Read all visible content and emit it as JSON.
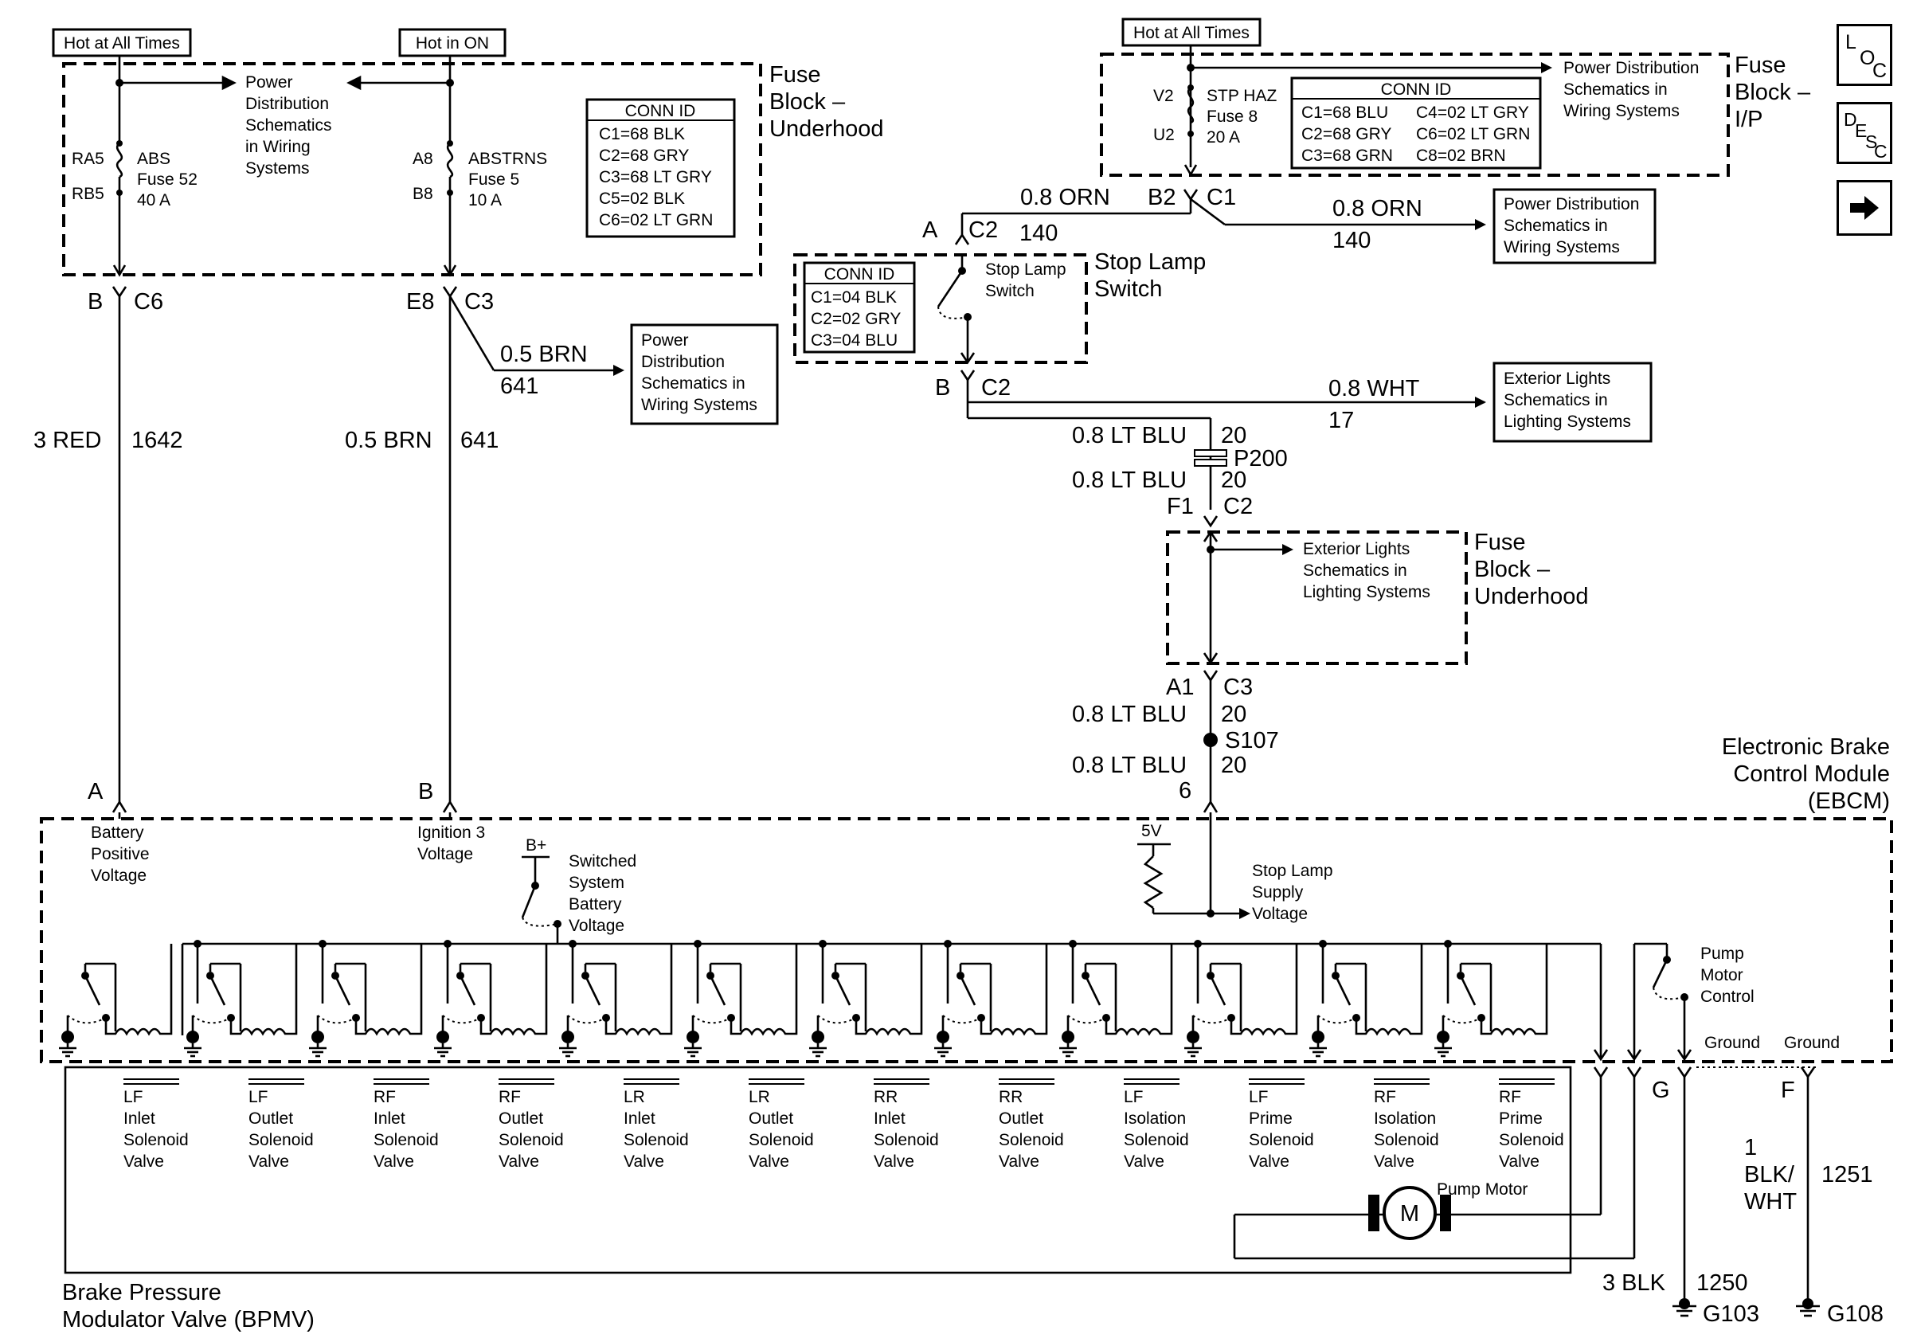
{
  "labels": {
    "hot_all_times_1": "Hot at All Times",
    "hot_in_on": "Hot in ON",
    "hot_all_times_2": "Hot at All Times",
    "pd1": [
      "Power",
      "Distribution",
      "Schematics",
      "in Wiring",
      "Systems"
    ],
    "fuse_block_underhood": [
      "Fuse",
      "Block –",
      "Underhood"
    ],
    "ra5": "RA5",
    "rb5": "RB5",
    "abs": "ABS",
    "fuse52": "Fuse 52",
    "40a": "40 A",
    "a8": "A8",
    "b8": "B8",
    "abstrns": "ABSTRNS",
    "fuse5": "Fuse 5",
    "10a": "10 A",
    "conn1_title": "CONN ID",
    "conn1": [
      "C1=68 BLK",
      "C2=68 GRY",
      "C3=68 LT GRY",
      "C5=02 BLK",
      "C6=02 LT GRN"
    ],
    "b_c6": [
      "B",
      "C6"
    ],
    "e8_c3": [
      "E8",
      "C3"
    ],
    "brn05": "0.5 BRN",
    "641a": "641",
    "pd2": [
      "Power",
      "Distribution",
      "Schematics in",
      "Wiring Systems"
    ],
    "red3": "3 RED",
    "1642": "1642",
    "brn05b": "0.5 BRN",
    "641b": "641",
    "v2": "V2",
    "u2": "U2",
    "stphaz": "STP HAZ",
    "fuse8": "Fuse 8",
    "20a": "20 A",
    "conn2_title": "CONN ID",
    "conn2_left": [
      "C1=68 BLU",
      "C2=68 GRY",
      "C3=68 GRN"
    ],
    "conn2_right": [
      "C4=02 LT GRY",
      "C6=02 LT GRN",
      "C8=02 BRN"
    ],
    "pd3": [
      "Power Distribution",
      "Schematics in",
      "Wiring Systems"
    ],
    "fuse_block_ip": [
      "Fuse",
      "Block –",
      "I/P"
    ],
    "orn08a": "0.8 ORN",
    "b2": "B2",
    "c1": "C1",
    "orn08b": "0.8 ORN",
    "140a": "140",
    "pd4": [
      "Power Distribution",
      "Schematics in",
      "Wiring Systems"
    ],
    "a_c2": [
      "A",
      "C2"
    ],
    "140b": "140",
    "conn3_title": "CONN ID",
    "conn3": [
      "C1=04 BLK",
      "C2=02 GRY",
      "C3=04 BLU"
    ],
    "stop_lamp_switch_small": [
      "Stop Lamp",
      "Switch"
    ],
    "stop_lamp_switch": [
      "Stop Lamp",
      "Switch"
    ],
    "b_c2": [
      "B",
      "C2"
    ],
    "wht08": "0.8 WHT",
    "17": "17",
    "ext1": [
      "Exterior Lights",
      "Schematics in",
      "Lighting Systems"
    ],
    "ltblu1": "0.8 LT BLU",
    "20a_c": "20",
    "p200": "P200",
    "ltblu2": "0.8 LT BLU",
    "20b_c": "20",
    "f1_c2": [
      "F1",
      "C2"
    ],
    "ext2": [
      "Exterior Lights",
      "Schematics in",
      "Lighting Systems"
    ],
    "fuse_block_underhood2": [
      "Fuse",
      "Block –",
      "Underhood"
    ],
    "a1_c3": [
      "A1",
      "C3"
    ],
    "ltblu3": "0.8 LT BLU",
    "20c": "20",
    "s107": "S107",
    "ltblu4": "0.8 LT BLU",
    "20d": "20",
    "6": "6",
    "ebcm": [
      "Electronic Brake",
      "Control Module",
      "(EBCM)"
    ],
    "pin_a": "A",
    "pin_b": "B",
    "batt_pos": [
      "Battery",
      "Positive",
      "Voltage"
    ],
    "ign3": [
      "Ignition 3",
      "Voltage"
    ],
    "bplus": "B+",
    "switched": [
      "Switched",
      "System",
      "Battery",
      "Voltage"
    ],
    "5v": "5V",
    "stop_supply": [
      "Stop Lamp",
      "Supply",
      "Voltage"
    ],
    "pump_ctrl": [
      "Pump",
      "Motor",
      "Control"
    ],
    "ground1": "Ground",
    "ground2": "Ground",
    "pin_g": "G",
    "pin_f": "F",
    "valves": [
      [
        "LF",
        "Inlet",
        "Solenoid",
        "Valve"
      ],
      [
        "LF",
        "Outlet",
        "Solenoid",
        "Valve"
      ],
      [
        "RF",
        "Inlet",
        "Solenoid",
        "Valve"
      ],
      [
        "RF",
        "Outlet",
        "Solenoid",
        "Valve"
      ],
      [
        "LR",
        "Inlet",
        "Solenoid",
        "Valve"
      ],
      [
        "LR",
        "Outlet",
        "Solenoid",
        "Valve"
      ],
      [
        "RR",
        "Inlet",
        "Solenoid",
        "Valve"
      ],
      [
        "RR",
        "Outlet",
        "Solenoid",
        "Valve"
      ],
      [
        "LF",
        "Isolation",
        "Solenoid",
        "Valve"
      ],
      [
        "LF",
        "Prime",
        "Solenoid",
        "Valve"
      ],
      [
        "RF",
        "Isolation",
        "Solenoid",
        "Valve"
      ],
      [
        "RF",
        "Prime",
        "Solenoid",
        "Valve"
      ]
    ],
    "pump_motor": "Pump Motor",
    "m": "M",
    "bpmv": [
      "Brake Pressure",
      "Modulator Valve (BPMV)"
    ],
    "blk3": "3 BLK",
    "1250": "1250",
    "g103": "G103",
    "blkwht": [
      "1",
      "BLK/",
      "WHT"
    ],
    "1251": "1251",
    "g108": "G108"
  },
  "nav": {
    "loc": [
      "L",
      "O",
      "C"
    ],
    "desc": [
      "D",
      "E",
      "S",
      "C"
    ],
    "next_icon": "arrow-right"
  }
}
